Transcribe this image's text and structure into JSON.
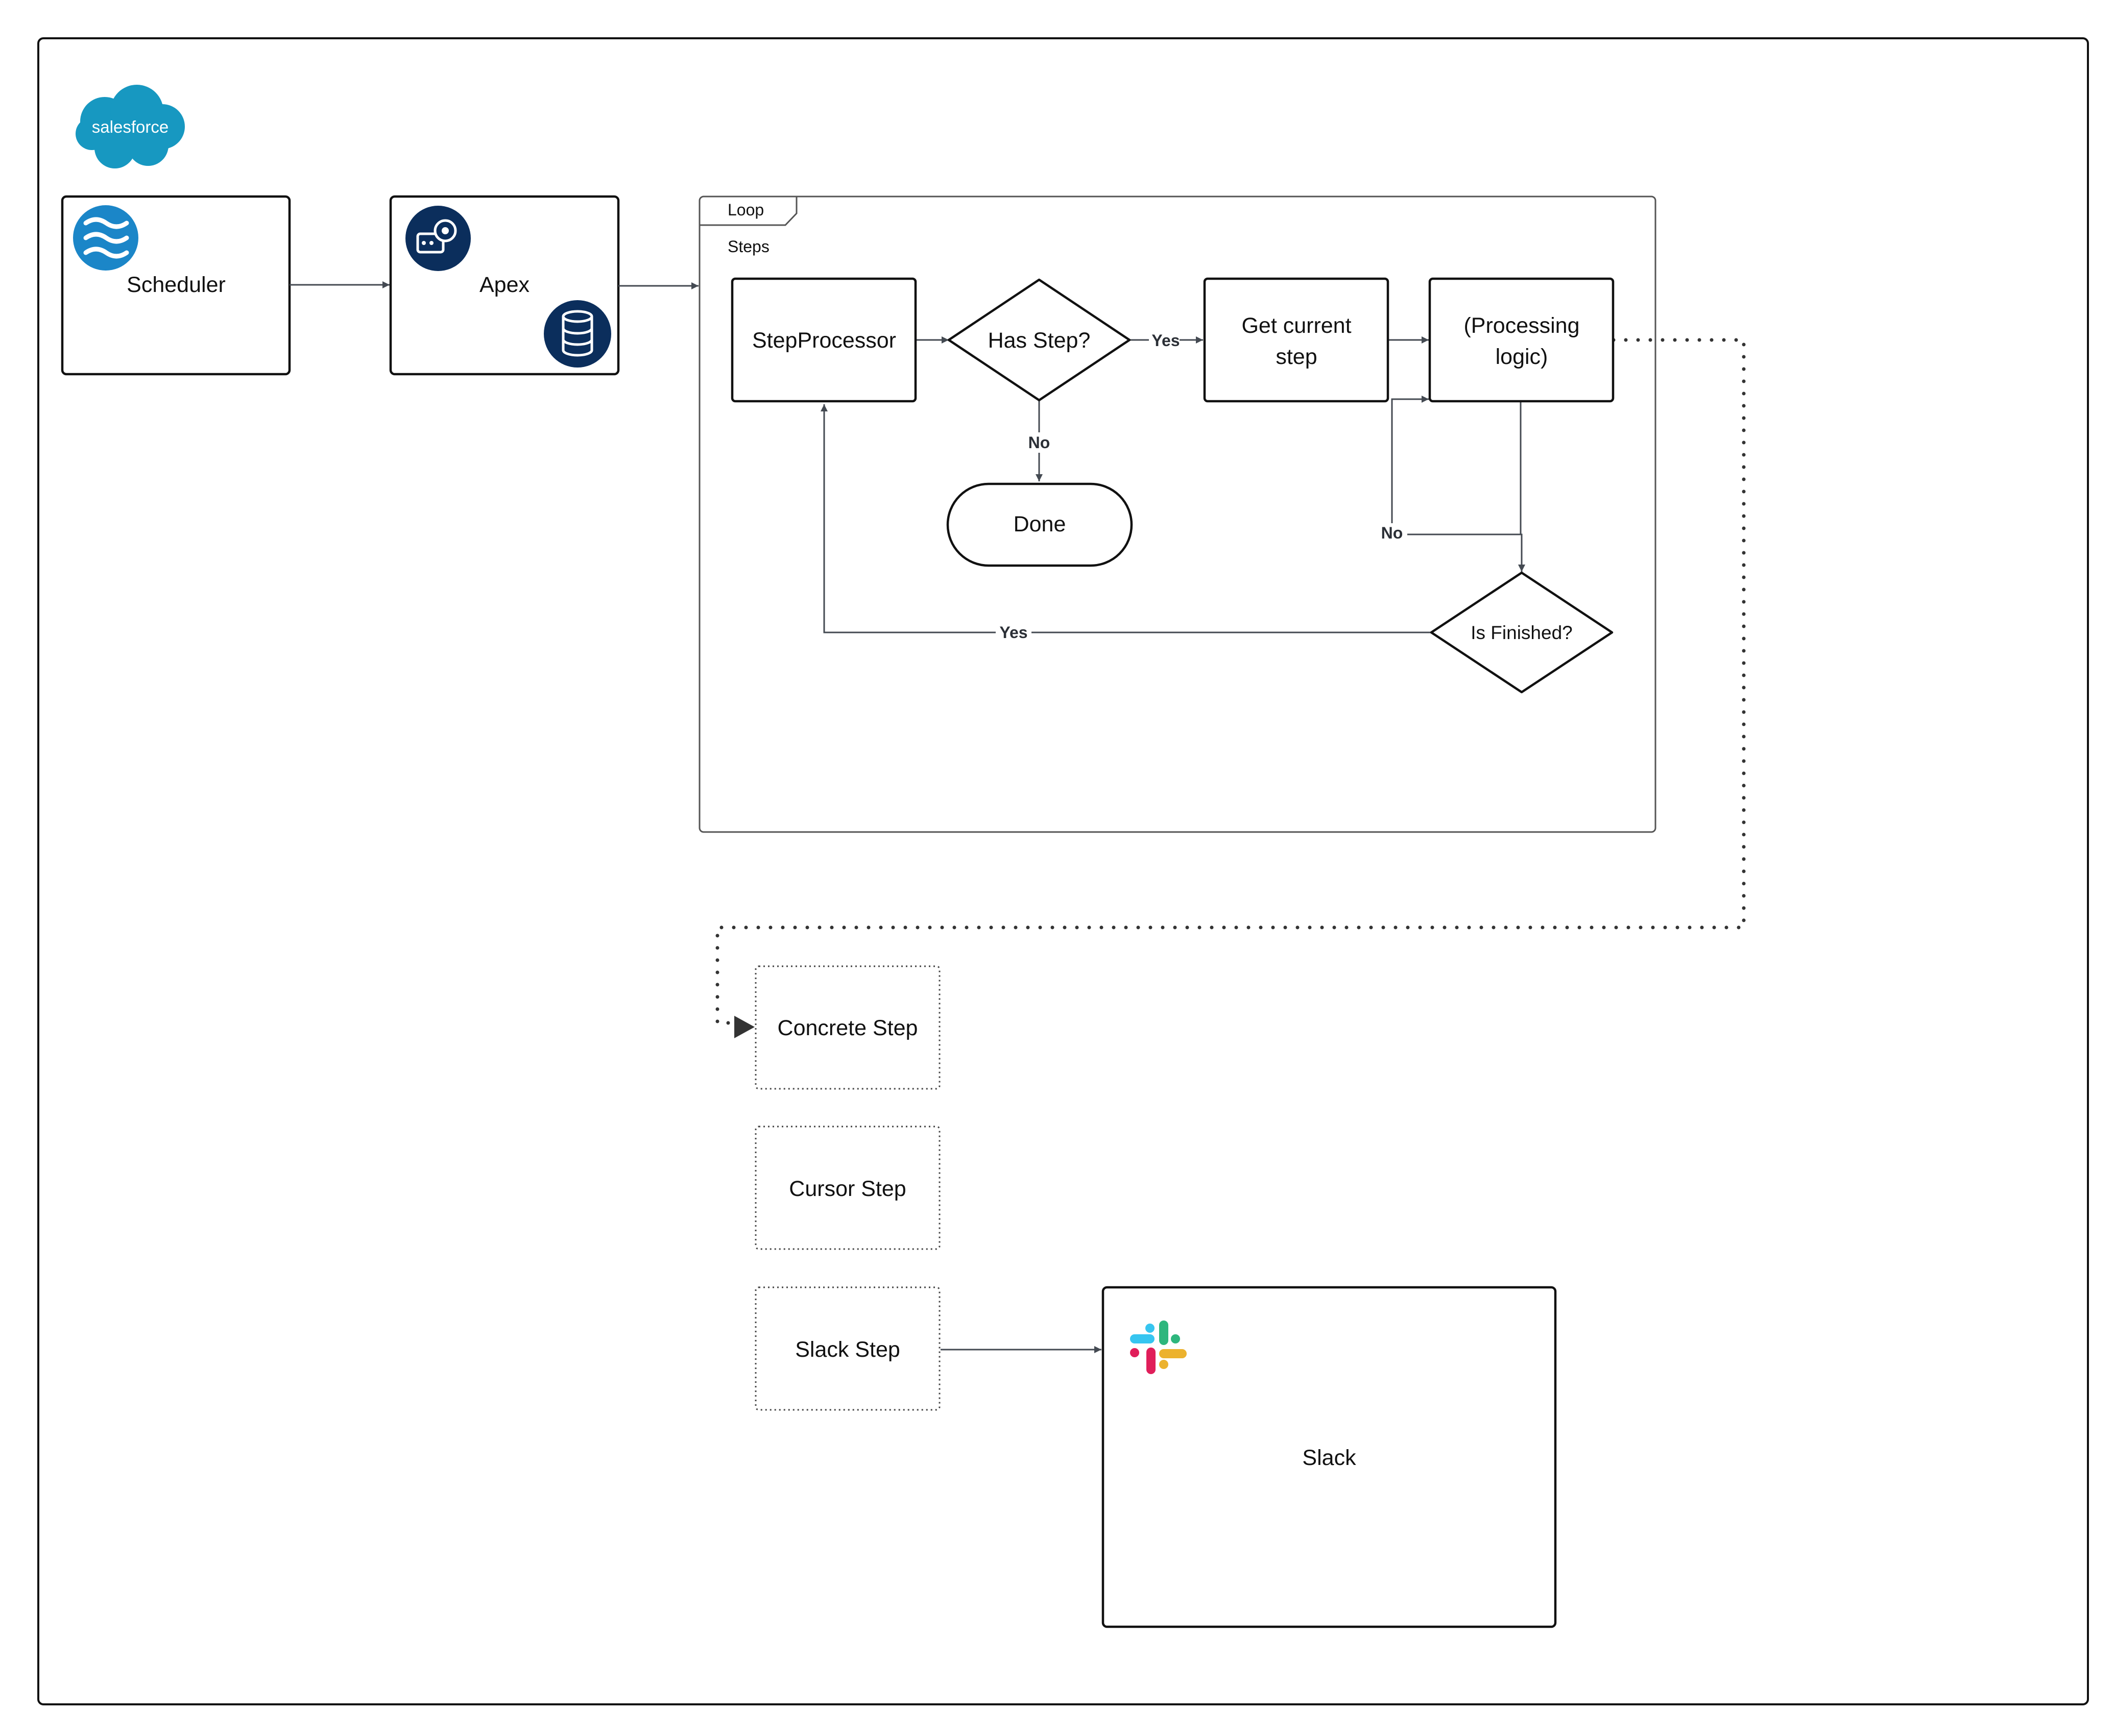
{
  "colors": {
    "salesforce_blue": "#1798c1",
    "icon_navy": "#0b2e5c",
    "scheduler_blue": "#1b86c8",
    "slack_blue": "#36c5f0",
    "slack_green": "#2eb67d",
    "slack_red": "#e01e5a",
    "slack_yellow": "#ecb22e"
  },
  "logo": {
    "text": "salesforce",
    "icon": "salesforce-cloud-logo"
  },
  "nodes": {
    "scheduler": {
      "label": "Scheduler",
      "icon": "scheduler-waves-icon"
    },
    "apex": {
      "label": "Apex",
      "icons": [
        "gear-code-icon",
        "database-icon"
      ]
    },
    "loop_frame": {
      "tab": "Loop",
      "title": "Steps"
    },
    "step_processor": {
      "label": "StepProcessor"
    },
    "has_step": {
      "label": "Has Step?"
    },
    "get_current_step": {
      "line1": "Get current",
      "line2": "step"
    },
    "processing_logic": {
      "line1": "(Processing",
      "line2": "logic)"
    },
    "done": {
      "label": "Done"
    },
    "is_finished": {
      "label": "Is Finished?"
    },
    "concrete_step": {
      "label": "Concrete Step"
    },
    "cursor_step": {
      "label": "Cursor Step"
    },
    "slack_step": {
      "label": "Slack Step"
    },
    "slack": {
      "label": "Slack",
      "icon": "slack-logo-icon"
    }
  },
  "edge_labels": {
    "has_step_yes": "Yes",
    "has_step_no": "No",
    "is_finished_no": "No",
    "is_finished_yes": "Yes"
  }
}
